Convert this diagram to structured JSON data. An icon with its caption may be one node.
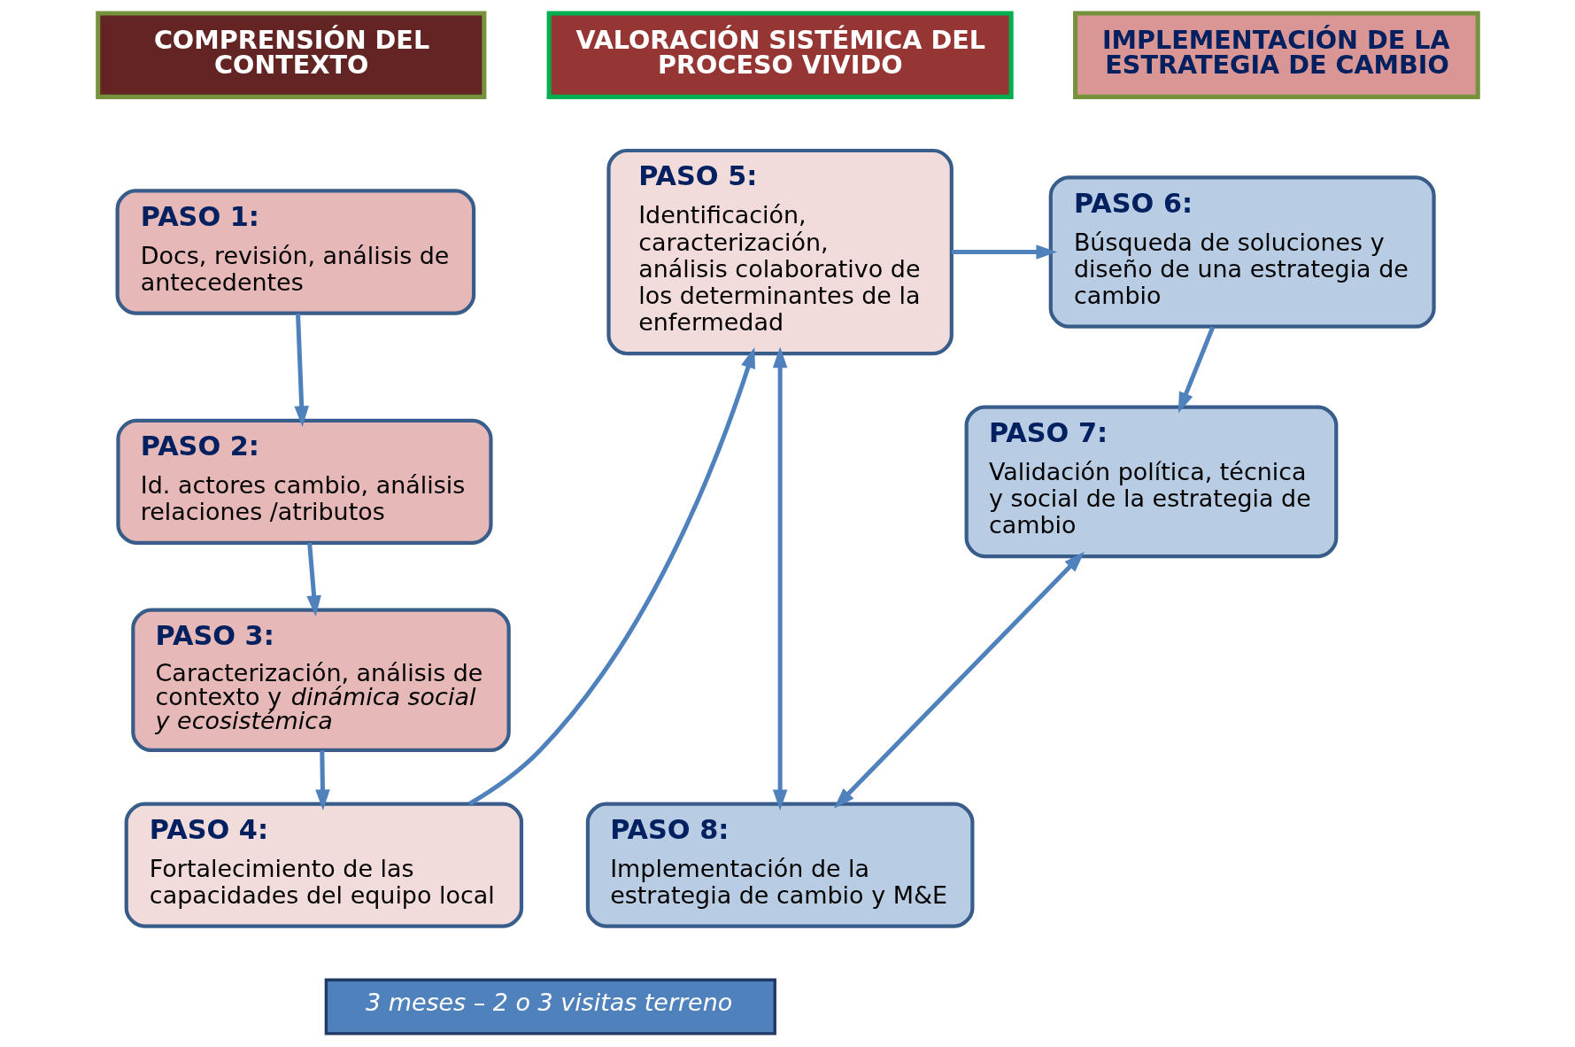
{
  "diagram": {
    "nodes": [
      {
        "text": [
          "COMPRENSIÓN DEL CONTEXTO"
        ]
      },
      {
        "text": [
          "VALORACIÓN SISTÉMICA DEL PROCESO VIVIDO"
        ]
      },
      {
        "text": [
          "IMPLEMENTACIÓN DE LA ESTRATEGIA DE CAMBIO"
        ]
      },
      {
        "text": [
          "PASO 1:",
          "Docs, revisión, análisis de antecedentes"
        ]
      },
      {
        "text": [
          "PASO 2:",
          "Id. actores cambio, análisis relaciones /atributos"
        ]
      },
      {
        "text": [
          "PASO 3:",
          "Caracterización, análisis de contexto y *dinámica social y ecosistémica*"
        ]
      },
      {
        "text": [
          "PASO 4:",
          "Fortalecimiento de las capacidades del equipo local"
        ]
      },
      {
        "text": [
          "PASO 5:",
          "Identificación, caracterización, análisis colaborativo de los determinantes de la enfermedad"
        ]
      },
      {
        "text": [
          "PASO 6:",
          "Búsqueda de soluciones y diseño de una estrategia de cambio"
        ]
      },
      {
        "text": [
          "PASO 7:",
          "Validación política, técnica y social de la estrategia de cambio"
        ]
      },
      {
        "text": [
          "PASO 8:",
          "Implementación de la estrategia de cambio y M&E"
        ]
      },
      {
        "text": [
          "*3 meses – 2 o 3 visitas terreno*"
        ]
      }
    ],
    "edges": [
      {
        "from": 3,
        "to": 4,
        "arrow": "to"
      },
      {
        "from": 4,
        "to": 5,
        "arrow": "to"
      },
      {
        "from": 5,
        "to": 6,
        "arrow": "to"
      },
      {
        "from": 6,
        "to": 7,
        "arrow": "to"
      },
      {
        "from": 7,
        "to": 10,
        "arrow": "both"
      },
      {
        "from": 7,
        "to": 8,
        "arrow": "to"
      },
      {
        "from": 8,
        "to": 9,
        "arrow": "to"
      },
      {
        "from": 9,
        "to": 10,
        "arrow": "both"
      }
    ]
  }
}
